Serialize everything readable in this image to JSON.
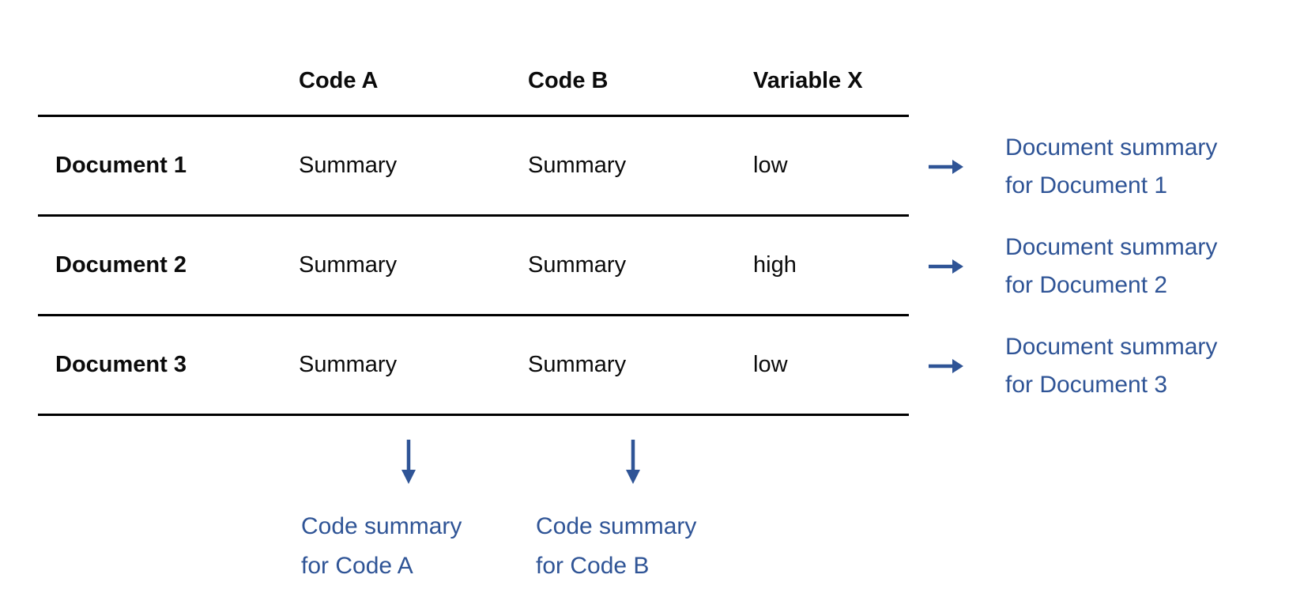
{
  "colors": {
    "accent_blue": "#2F5496",
    "line_black": "#000000",
    "background": "#FFFFFF"
  },
  "table": {
    "headers": [
      "",
      "Code A",
      "Code B",
      "Variable X"
    ],
    "rows": [
      {
        "label": "Document 1",
        "code_a": "Summary",
        "code_b": "Summary",
        "variable_x": "low"
      },
      {
        "label": "Document 2",
        "code_a": "Summary",
        "code_b": "Summary",
        "variable_x": "high"
      },
      {
        "label": "Document 3",
        "code_a": "Summary",
        "code_b": "Summary",
        "variable_x": "low"
      }
    ]
  },
  "document_summaries": [
    {
      "line1": "Document summary",
      "line2": "for Document 1"
    },
    {
      "line1": "Document summary",
      "line2": "for Document 2"
    },
    {
      "line1": "Document summary",
      "line2": "for Document 3"
    }
  ],
  "code_summaries": [
    {
      "line1": "Code summary",
      "line2": "for Code A"
    },
    {
      "line1": "Code summary",
      "line2": "for Code B"
    }
  ],
  "icons": {
    "right_arrow": "right-arrow-icon",
    "down_arrow": "down-arrow-icon"
  }
}
